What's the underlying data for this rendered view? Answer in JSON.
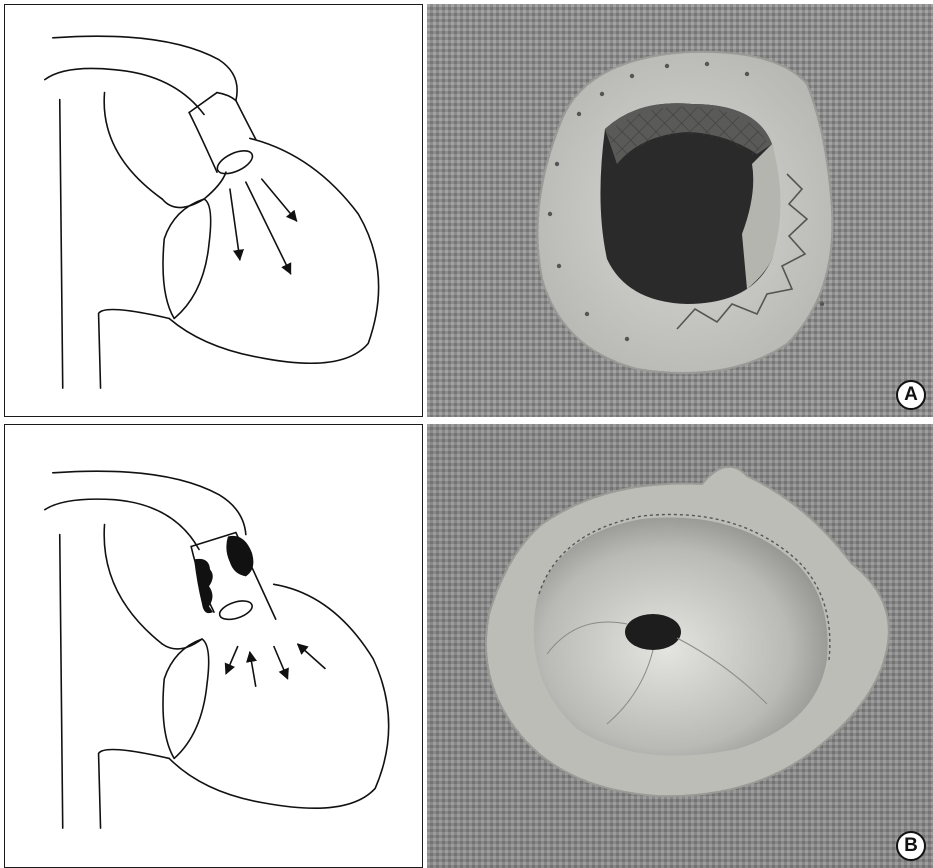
{
  "panels": [
    {
      "id": "A",
      "label": "A",
      "diagram": "open-stent-valve-outflow",
      "photo": "explanted-valve-open"
    },
    {
      "id": "B",
      "label": "B",
      "diagram": "obstructed-stent-valve-outflow",
      "photo": "explanted-valve-stenotic"
    }
  ],
  "colors": {
    "line": "#111111",
    "background": "#ffffff",
    "photo_gray": "#8a8a8a"
  }
}
